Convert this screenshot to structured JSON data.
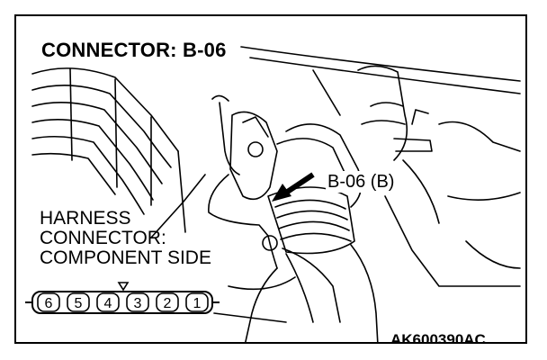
{
  "figure": {
    "title": "CONNECTOR: B-06",
    "callout": "B-06 (B)",
    "harness_label": [
      "HARNESS",
      "CONNECTOR:",
      "COMPONENT SIDE"
    ],
    "image_code": "AK600390AC",
    "connector_pins": [
      "6",
      "5",
      "4",
      "3",
      "2",
      "1"
    ]
  }
}
